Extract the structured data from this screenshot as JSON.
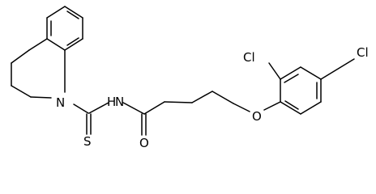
{
  "molecule": {
    "atoms": {
      "n_ring": "N",
      "n_amide": "N",
      "h_amide": "H",
      "s": "S",
      "o_carbonyl": "O",
      "o_ether": "O",
      "cl_ortho": "Cl",
      "cl_para": "Cl"
    }
  }
}
